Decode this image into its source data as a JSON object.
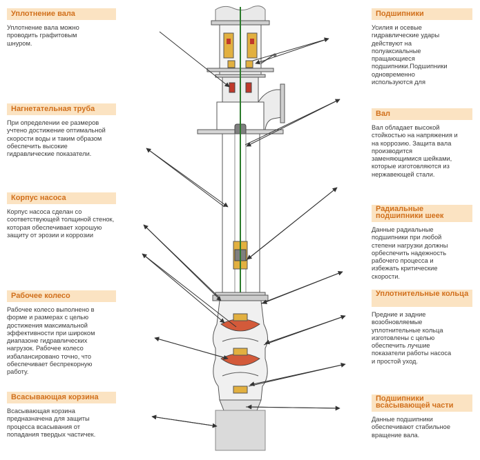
{
  "left_callouts": [
    {
      "title": "Уплотнение вала",
      "text": "Уплотнение вала можно проводить графитовым шнуром."
    },
    {
      "title": "Нагнетательная труба",
      "text": "При определении ее размеров учтено достижение оптимальной скорости воды и таким образом обеспечить высокие гидравлические показатели."
    },
    {
      "title": "Корпус насоса",
      "text": "Корпус насоса сделан со соответствующей толщиной стенок, которая обеспечивает хорошую защиту от эрозии и коррозии"
    },
    {
      "title": "Рабочее колесо",
      "text": "Рабочее колесо выполнено в форме и размерах с целью достижения максимальной эффективности при широком диапазоне гидравлических нагрузок.  Рабочее колесо избалансировано точно, что обеспечивает беспрекорную работу."
    },
    {
      "title": "Всасывающая корзина",
      "text": "Всасывающая корзина предназначена для защиты процесса всасывания от попадания твердых частичек."
    }
  ],
  "right_callouts": [
    {
      "title": "Подшипники",
      "text": "Усилия и  осевые гидравлические удары действуют на полуаксиальные пращающиеся подшипники.Подшипники одновременно используются для"
    },
    {
      "title": "Вал",
      "text": "Вал обладает высокой стойкостью на напряжения и на коррозию. Защита вала производится заменяющимися шейками, которые изготовляются из нержавеющей стали."
    },
    {
      "title": "Радиальные подшипники шеек",
      "text": "Данные радиальные подшипники при любой степени нагрузки должны орбеспечить надежность рабочего процесса и избежать критические скорости."
    },
    {
      "title": "Уплотнительные кольца",
      "text": "Предние и задние возобновляемые уплотнительные кольца изготовлены с целью обеспечить лучшие показатели работы насоса и простой уход."
    },
    {
      "title": "Подшипники всасывающей части",
      "text": "Данные подшипники обеспечивают стабильное вращение вала."
    }
  ]
}
